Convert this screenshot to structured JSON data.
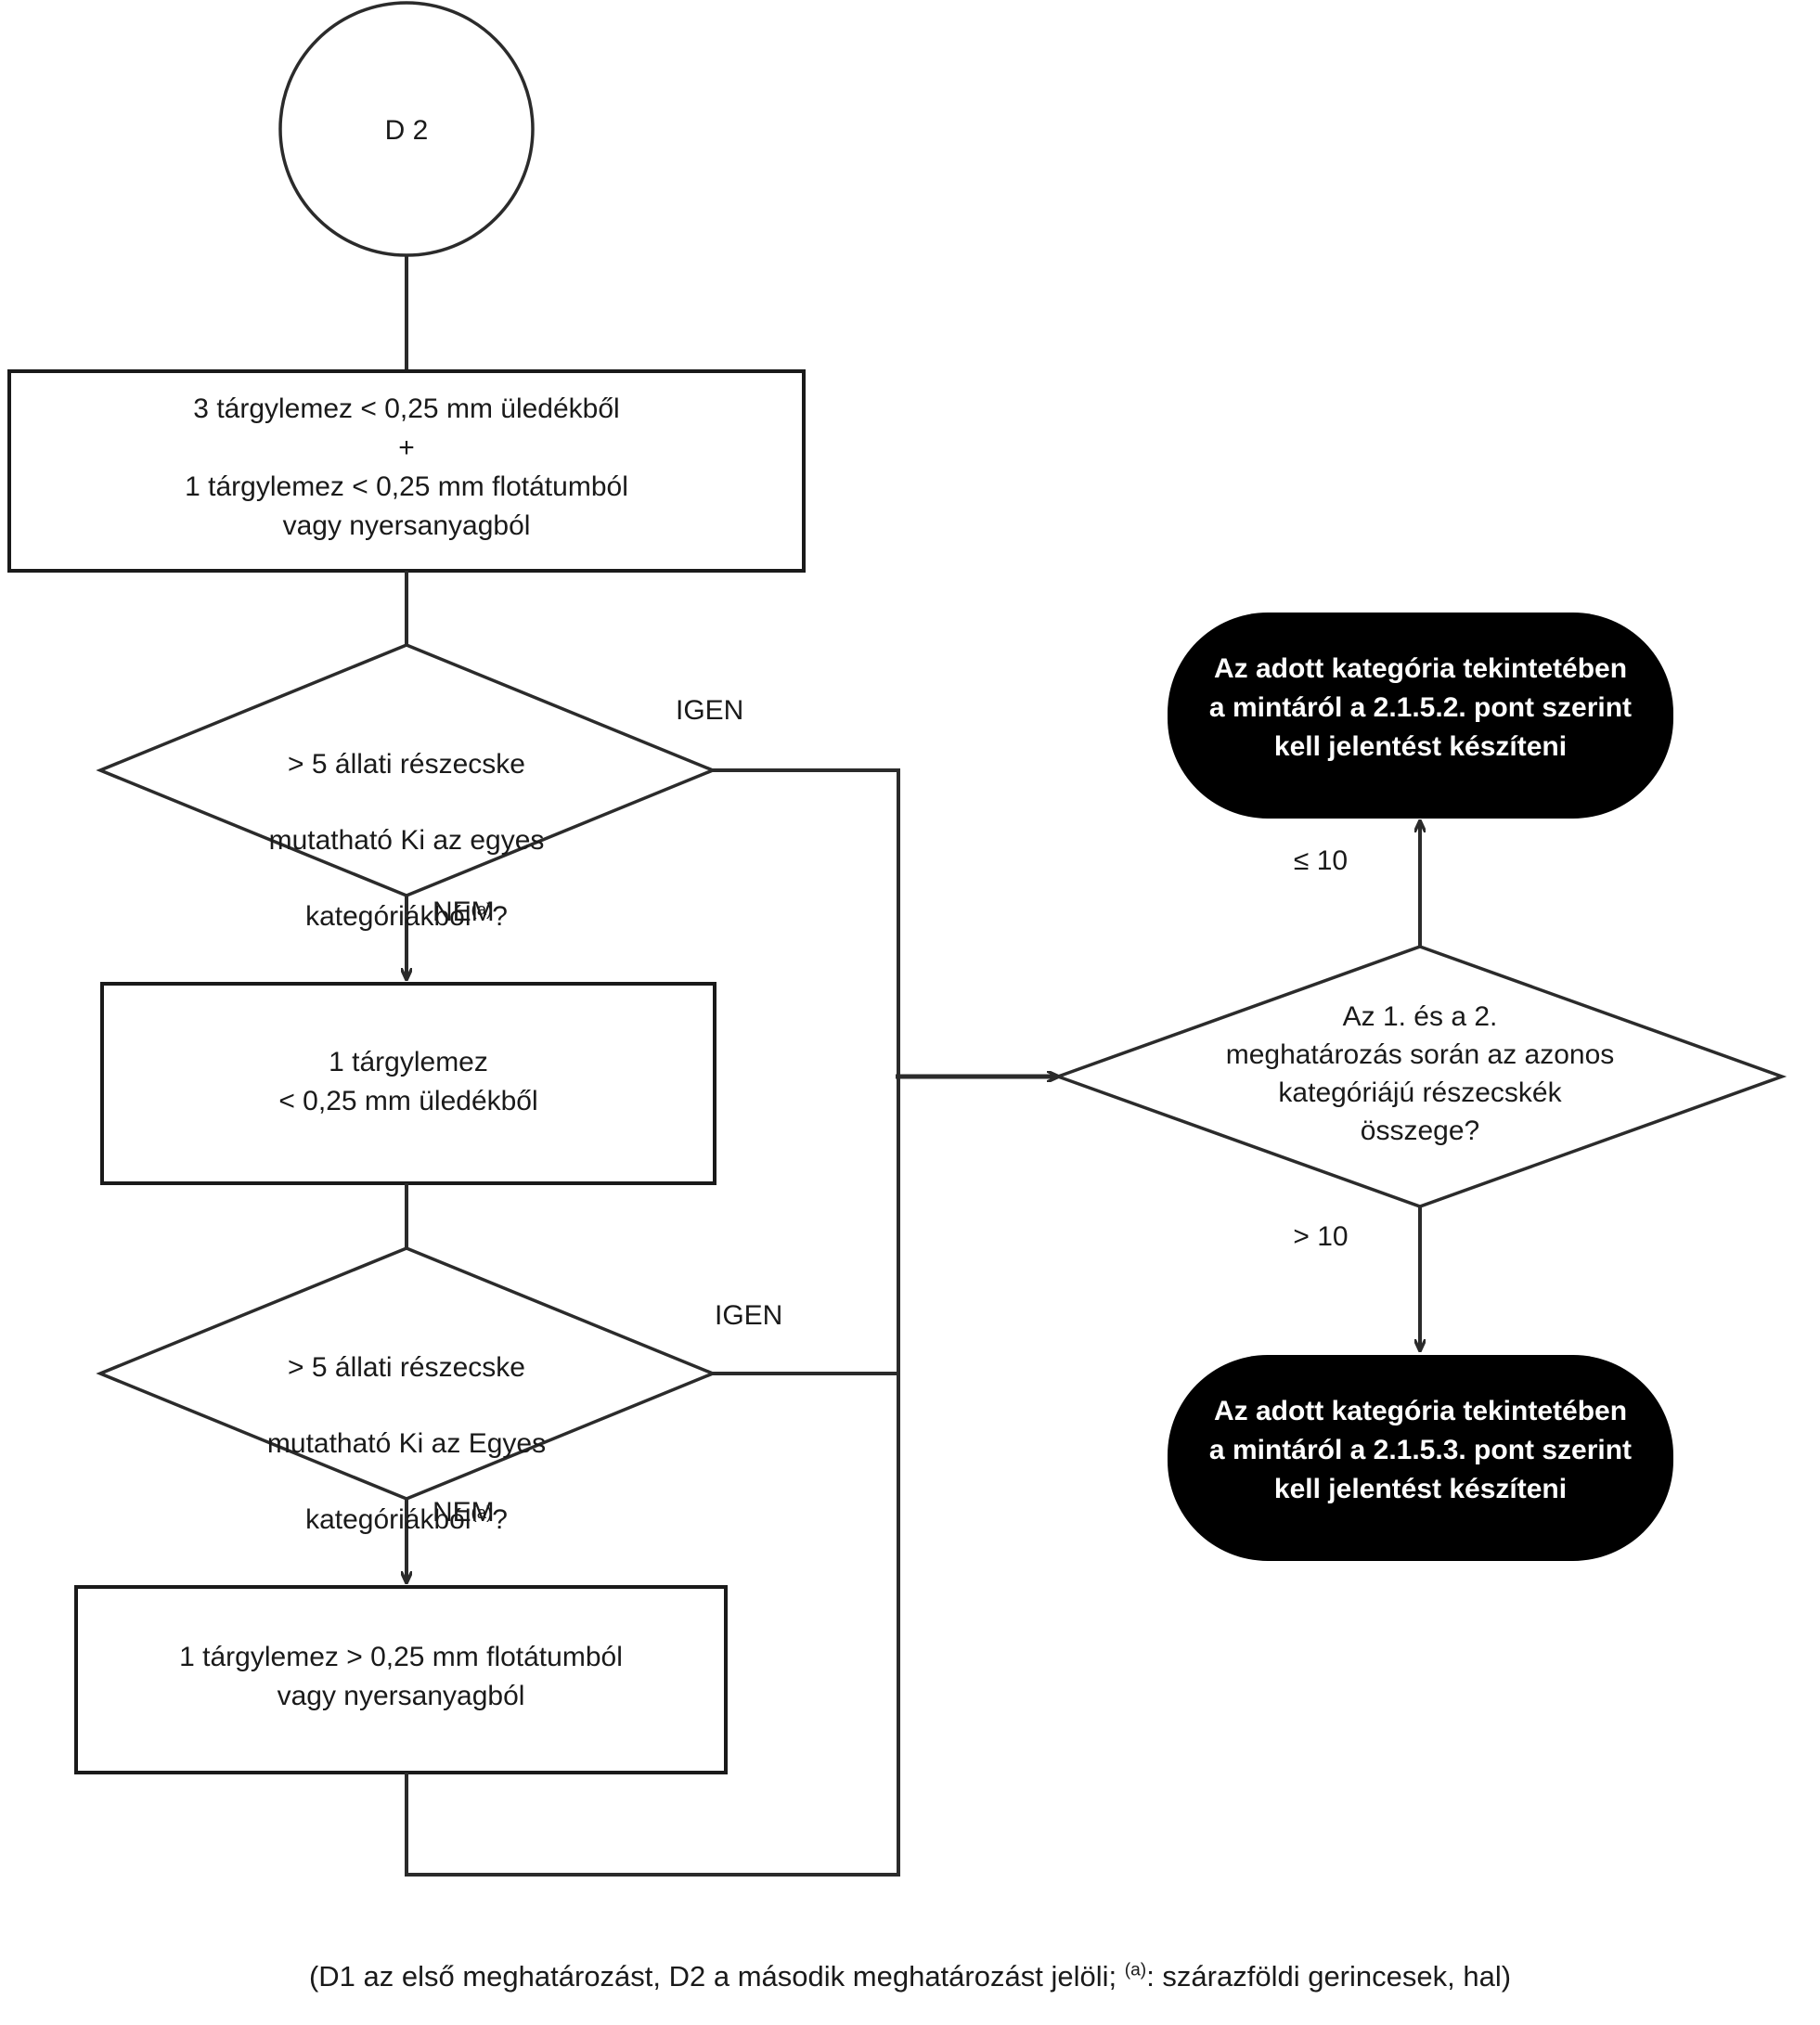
{
  "diagram": {
    "title_node": "D 2",
    "nodes": {
      "start": {
        "id": "D2",
        "label": "D 2",
        "shape": "circle"
      },
      "prep1": {
        "label": "3 tárgylemez < 0,25 mm üledékből\n+\n1 tárgylemez < 0,25 mm flotátumból\nvagy nyersanyagból",
        "shape": "rect"
      },
      "decision1": {
        "line1": "> 5 állati részecske",
        "line2": "mutatható Ki az egyes",
        "line3_main": "kategóriákból",
        "line3_sup": "(a)",
        "line3_end": "?",
        "shape": "diamond"
      },
      "prep2": {
        "label": "1 tárgylemez\n< 0,25 mm üledékből",
        "shape": "rect"
      },
      "decision2": {
        "line1": "> 5 állati részecske",
        "line2": "mutatható Ki az Egyes",
        "line3_main": "kategóriákból",
        "line3_sup": "(a)",
        "line3_end": "?",
        "shape": "diamond"
      },
      "prep3": {
        "label": "1 tárgylemez > 0,25 mm flotátumból\nvagy nyersanyagból",
        "shape": "rect"
      },
      "decision3": {
        "label": "Az 1. és a 2.\nmeghatározás során az azonos\nkategóriájú részecskék\nösszege?",
        "shape": "diamond"
      },
      "terminal1": {
        "label": "Az adott kategória tekintetében\na mintáról a 2.1.5.2. pont szerint\nkell jelentést készíteni",
        "shape": "rounded-terminal"
      },
      "terminal2": {
        "label": "Az adott kategória tekintetében\na mintáról a 2.1.5.3. pont szerint\nkell jelentést készíteni",
        "shape": "rounded-terminal"
      }
    },
    "edge_labels": {
      "igen_1": "IGEN",
      "nem_1": "NEM",
      "igen_2": "IGEN",
      "nem_2": "NEM",
      "le_10": "≤ 10",
      "gt_10": "> 10"
    },
    "footnote": {
      "part1": "(D1 az első meghatározást, D2 a második meghatározást jelöli; ",
      "sup": "(a)",
      "part2": ": szárazföldi gerincesek, hal)"
    },
    "colors": {
      "stroke": "#1a1a1a",
      "terminal_fill": "#000000",
      "terminal_text": "#ffffff",
      "background": "#ffffff"
    }
  }
}
